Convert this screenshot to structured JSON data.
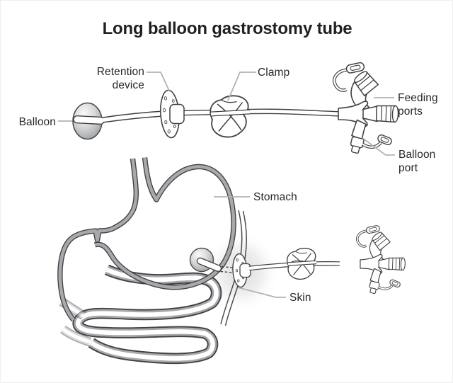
{
  "title": "Long balloon gastrostomy tube",
  "device_labels": {
    "balloon": "Balloon",
    "retention_device": "Retention device",
    "clamp": "Clamp",
    "feeding_ports": "Feeding ports",
    "balloon_port": "Balloon port"
  },
  "anatomy_labels": {
    "stomach": "Stomach",
    "skin": "Skin"
  },
  "colors": {
    "outline": "#414042",
    "organ_wall_gray": "#a7a9ac",
    "pointer_line_gray": "#b1b3b5",
    "text": "#231f20",
    "background": "#ffffff"
  }
}
